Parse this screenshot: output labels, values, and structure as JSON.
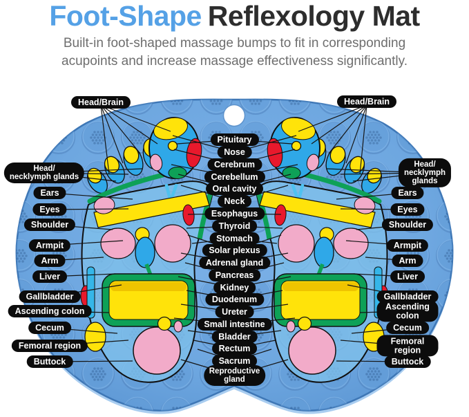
{
  "header": {
    "title_accent": "Foot-Shape",
    "title_rest": "Reflexology Mat",
    "subtitle": "Built-in foot-shaped massage bumps to fit in corresponding\nacupoints and increase massage effectiveness significantly."
  },
  "colors": {
    "title_accent": "#55A1E6",
    "title_rest": "#2D2D2D",
    "subtitle_text": "#6E6E6E",
    "mat_blue": "#6FA6DE",
    "mat_edge": "#3E77B6",
    "label_bg": "#0C0C0C",
    "label_text": "#FFFFFF",
    "zone_yellow": "#FFE30A",
    "zone_green": "#0EA157",
    "zone_pink": "#F2ABC9",
    "zone_red": "#E8192C",
    "zone_cyan": "#2FA8E8"
  },
  "diagram": {
    "head_brain_left": "Head/Brain",
    "head_brain_right": "Head/Brain",
    "left_labels": [
      "Head/\nnecklymph glands",
      "Ears",
      "Eyes",
      "Shoulder",
      "Armpit",
      "Arm",
      "Liver",
      "Gallbladder",
      "Ascending colon",
      "Cecum",
      "Femoral region",
      "Buttock"
    ],
    "center_labels": [
      "Pituitary",
      "Nose",
      "Cerebrum",
      "Cerebellum",
      "Oral cavity",
      "Neck",
      "Esophagus",
      "Thyroid",
      "Stomach",
      "Solar plexus",
      "Adrenal gland",
      "Pancreas",
      "Kidney",
      "Duodenum",
      "Ureter",
      "Small intestine",
      "Bladder",
      "Rectum",
      "Sacrum",
      "Reproductive\ngland"
    ],
    "right_labels": [
      "Head/\nnecklymph glands",
      "Ears",
      "Eyes",
      "Shoulder",
      "Armpit",
      "Arm",
      "Liver",
      "Gallbladder",
      "Ascending colon",
      "Cecum",
      "Femoral region",
      "Buttock"
    ]
  }
}
